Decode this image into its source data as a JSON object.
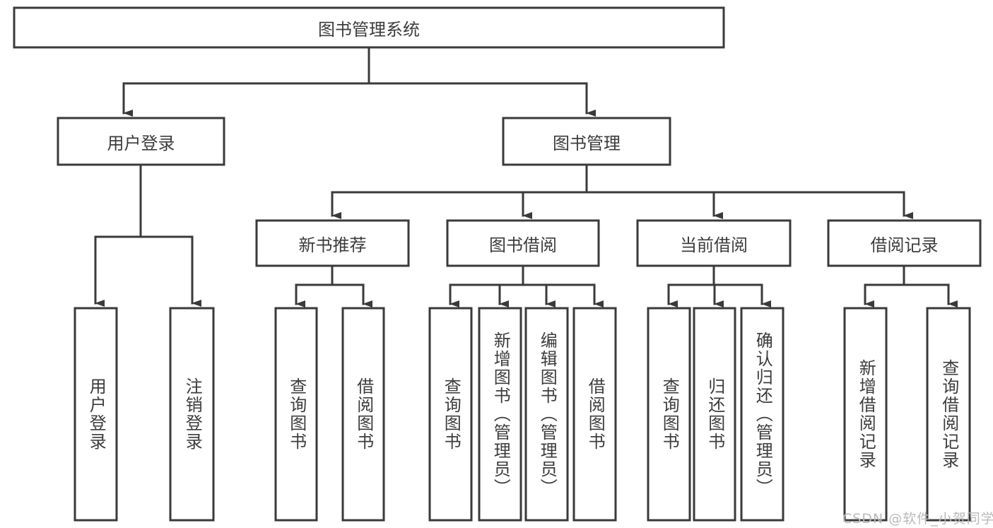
{
  "diagram": {
    "type": "tree-hierarchy-chart",
    "title": "图书管理系统",
    "stroke_color": "#3a3a3a",
    "fill_color": "#ffffff",
    "text_color": "#3c3c3c",
    "background": "#ffffff"
  },
  "root": {
    "label": "图书管理系统"
  },
  "level2": [
    {
      "label": "用户登录"
    },
    {
      "label": "图书管理"
    }
  ],
  "level3": [
    {
      "label": "新书推荐"
    },
    {
      "label": "图书借阅"
    },
    {
      "label": "当前借阅"
    },
    {
      "label": "借阅记录"
    }
  ],
  "leaves": {
    "user_login": [
      {
        "label": "用户登录"
      },
      {
        "label": "注销登录"
      }
    ],
    "new_book_recommend": [
      {
        "label": "查询图书"
      },
      {
        "label": "借阅图书"
      }
    ],
    "book_borrow": [
      {
        "label": "查询图书"
      },
      {
        "label": "新增图书（管理员）"
      },
      {
        "label": "编辑图书（管理员）"
      },
      {
        "label": "借阅图书"
      }
    ],
    "current_borrow": [
      {
        "label": "查询图书"
      },
      {
        "label": "归还图书"
      },
      {
        "label": "确认归还（管理员）"
      }
    ],
    "borrow_records": [
      {
        "label": "新增借阅记录"
      },
      {
        "label": "查询借阅记录"
      }
    ]
  },
  "watermark": {
    "text": "CSDN @软件_小贺同学"
  }
}
